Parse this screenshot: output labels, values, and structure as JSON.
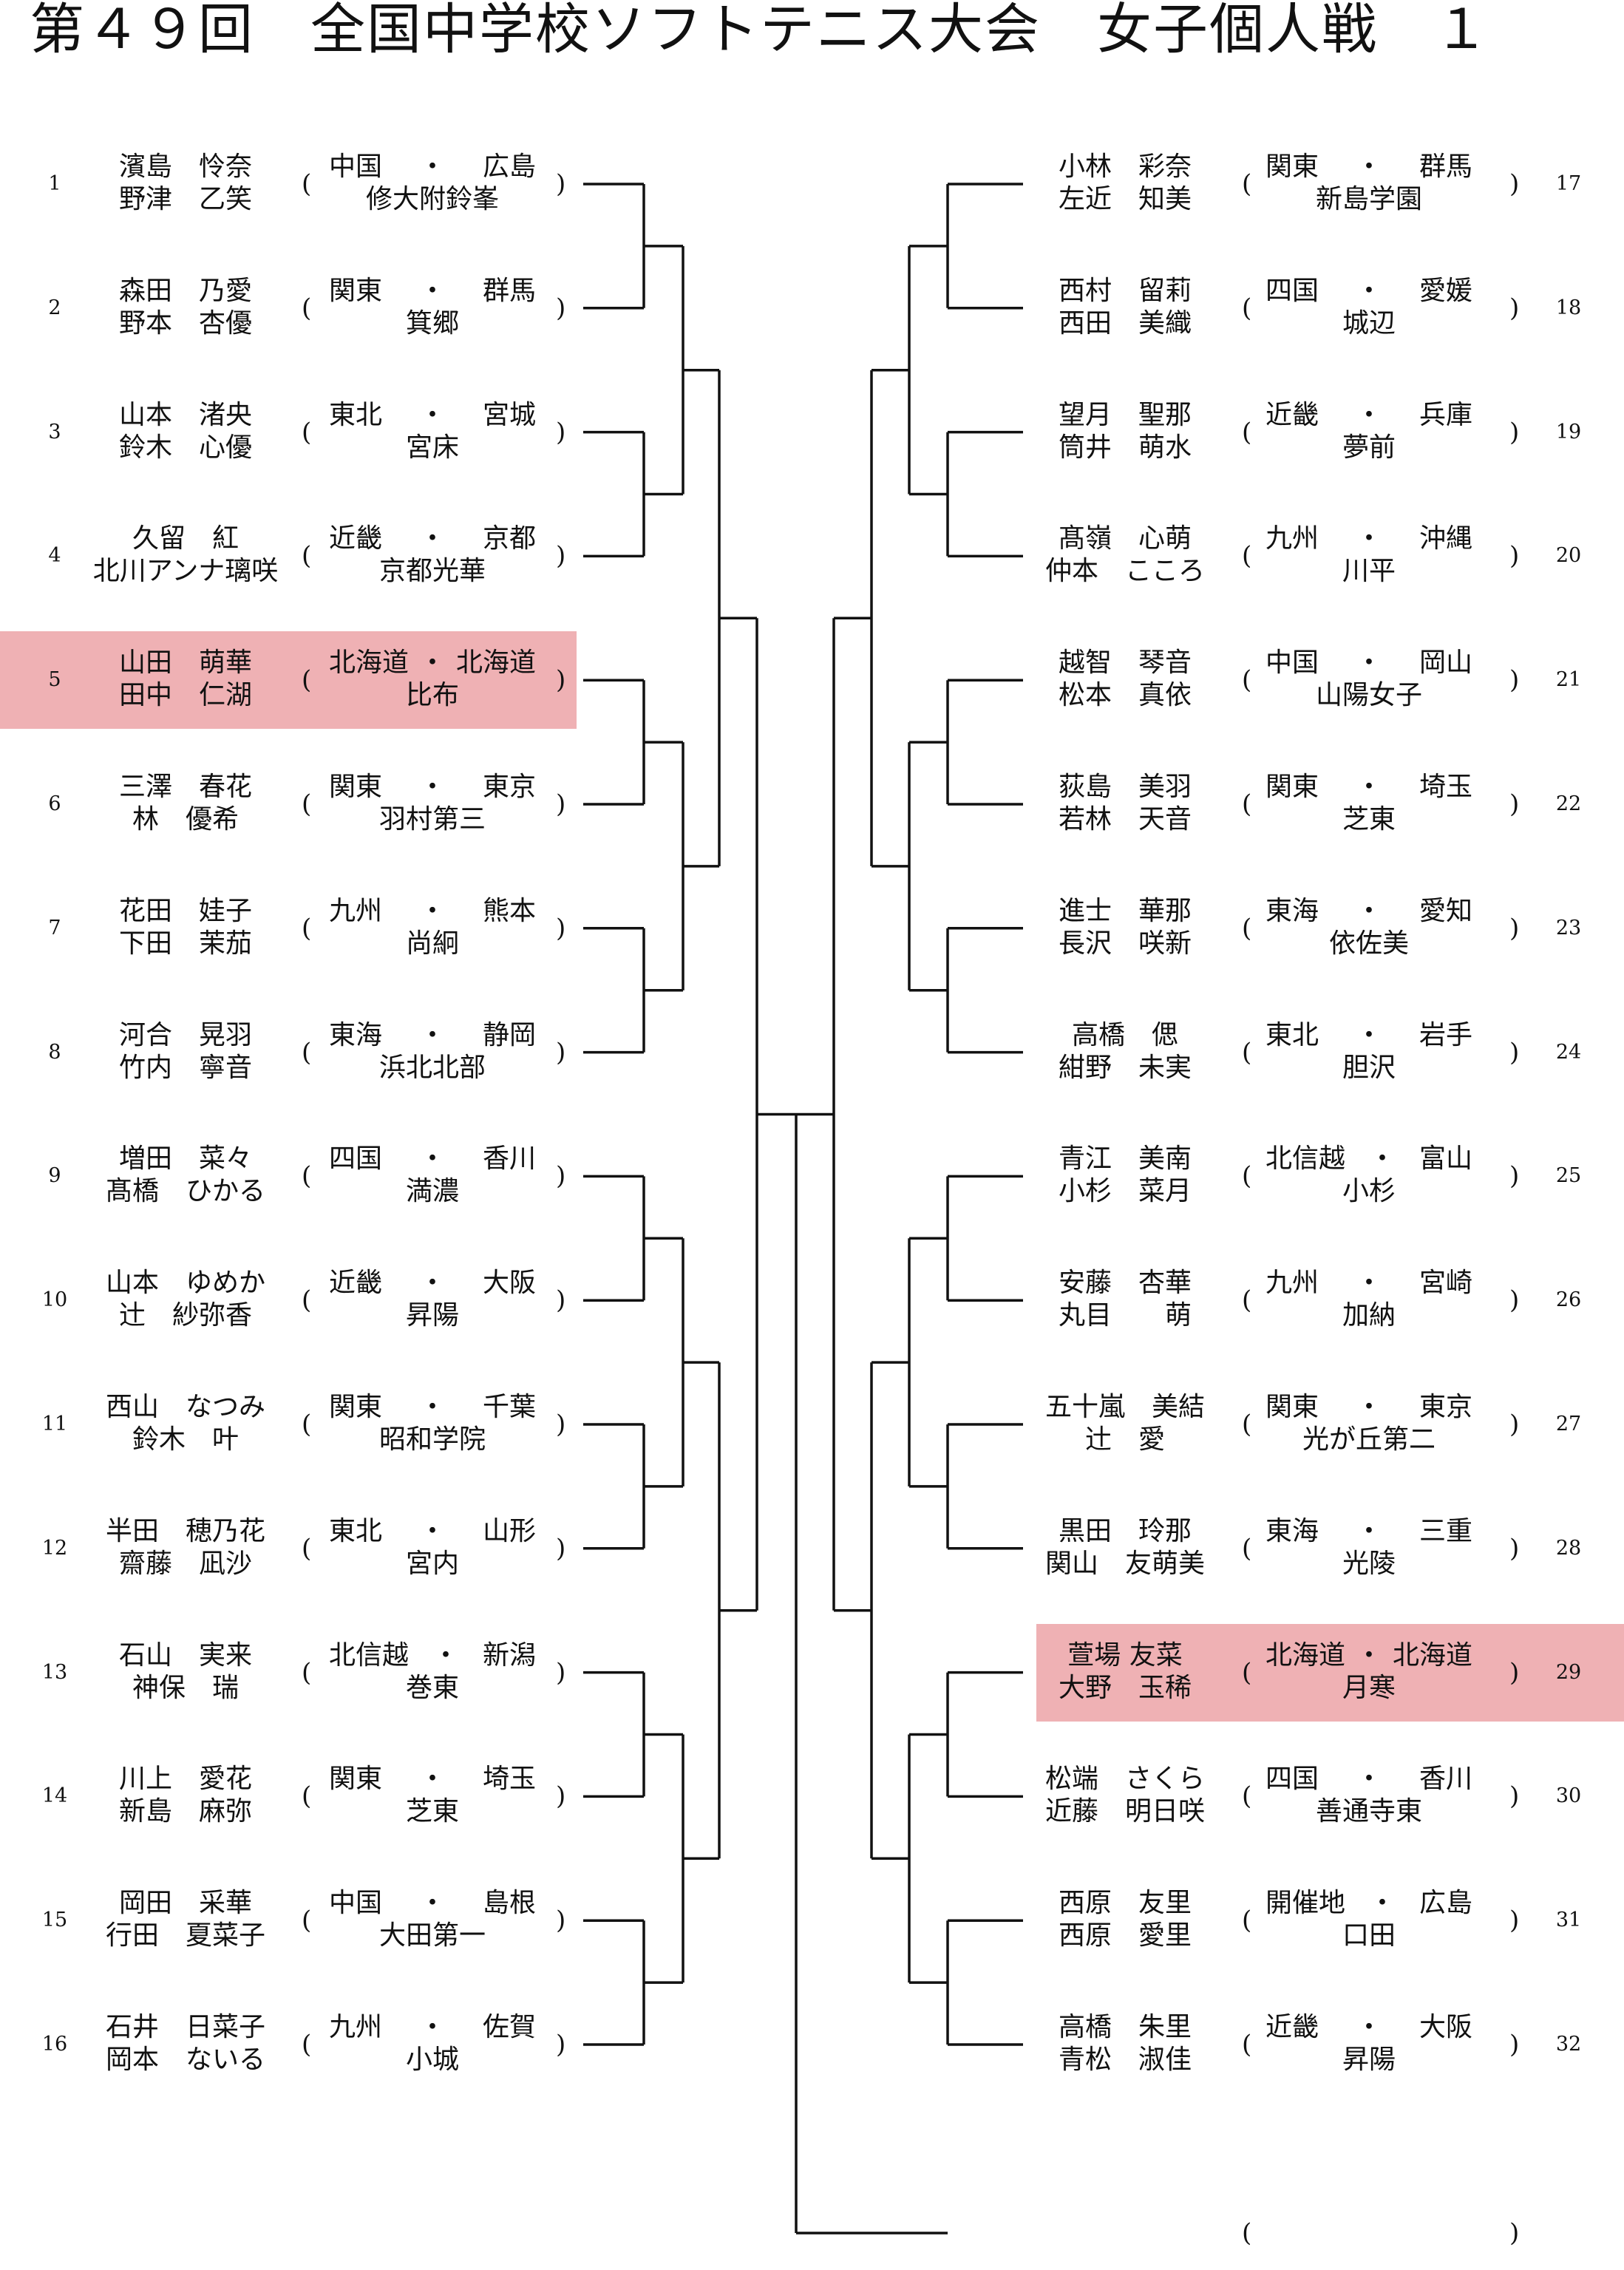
{
  "title": "第４９回　全国中学校ソフトテニス大会　女子個人戦　１",
  "colors": {
    "highlight": "#efb1b4",
    "line": "#111111"
  },
  "separator": "・",
  "left": [
    {
      "seed": "1",
      "p1": "濱島　怜奈",
      "p2": "野津　乙笑",
      "region": "中国",
      "pref": "広島",
      "school": "修大附鈴峯"
    },
    {
      "seed": "2",
      "p1": "森田　乃愛",
      "p2": "野本　杏優",
      "region": "関東",
      "pref": "群馬",
      "school": "箕郷"
    },
    {
      "seed": "3",
      "p1": "山本　渚央",
      "p2": "鈴木　心優",
      "region": "東北",
      "pref": "宮城",
      "school": "宮床"
    },
    {
      "seed": "4",
      "p1": "久留　紅",
      "p2": "北川アンナ璃咲",
      "region": "近畿",
      "pref": "京都",
      "school": "京都光華"
    },
    {
      "seed": "5",
      "p1": "山田　萌華",
      "p2": "田中　仁湖",
      "region": "北海道",
      "pref": "北海道",
      "school": "比布",
      "highlight": true
    },
    {
      "seed": "6",
      "p1": "三澤　春花",
      "p2": "林　優希",
      "region": "関東",
      "pref": "東京",
      "school": "羽村第三"
    },
    {
      "seed": "7",
      "p1": "花田　娃子",
      "p2": "下田　茉茄",
      "region": "九州",
      "pref": "熊本",
      "school": "尚絅"
    },
    {
      "seed": "8",
      "p1": "河合　晃羽",
      "p2": "竹内　寧音",
      "region": "東海",
      "pref": "静岡",
      "school": "浜北北部"
    },
    {
      "seed": "9",
      "p1": "増田　菜々",
      "p2": "髙橋　ひかる",
      "region": "四国",
      "pref": "香川",
      "school": "満濃"
    },
    {
      "seed": "10",
      "p1": "山本　ゆめか",
      "p2": "辻　紗弥香",
      "region": "近畿",
      "pref": "大阪",
      "school": "昇陽"
    },
    {
      "seed": "11",
      "p1": "西山　なつみ",
      "p2": "鈴木　叶",
      "region": "関東",
      "pref": "千葉",
      "school": "昭和学院"
    },
    {
      "seed": "12",
      "p1": "半田　穂乃花",
      "p2": "齋藤　凪沙",
      "region": "東北",
      "pref": "山形",
      "school": "宮内"
    },
    {
      "seed": "13",
      "p1": "石山　実来",
      "p2": "神保　瑞",
      "region": "北信越",
      "pref": "新潟",
      "school": "巻東"
    },
    {
      "seed": "14",
      "p1": "川上　愛花",
      "p2": "新島　麻弥",
      "region": "関東",
      "pref": "埼玉",
      "school": "芝東"
    },
    {
      "seed": "15",
      "p1": "岡田　采華",
      "p2": "行田　夏菜子",
      "region": "中国",
      "pref": "島根",
      "school": "大田第一"
    },
    {
      "seed": "16",
      "p1": "石井　日菜子",
      "p2": "岡本　ないる",
      "region": "九州",
      "pref": "佐賀",
      "school": "小城"
    }
  ],
  "right": [
    {
      "seed": "17",
      "p1": "小林　彩奈",
      "p2": "左近　知美",
      "region": "関東",
      "pref": "群馬",
      "school": "新島学園"
    },
    {
      "seed": "18",
      "p1": "西村　留莉",
      "p2": "西田　美織",
      "region": "四国",
      "pref": "愛媛",
      "school": "城辺"
    },
    {
      "seed": "19",
      "p1": "望月　聖那",
      "p2": "筒井　萌水",
      "region": "近畿",
      "pref": "兵庫",
      "school": "夢前"
    },
    {
      "seed": "20",
      "p1": "髙嶺　心萌",
      "p2": "仲本　こころ",
      "region": "九州",
      "pref": "沖縄",
      "school": "川平"
    },
    {
      "seed": "21",
      "p1": "越智　琴音",
      "p2": "松本　真依",
      "region": "中国",
      "pref": "岡山",
      "school": "山陽女子"
    },
    {
      "seed": "22",
      "p1": "荻島　美羽",
      "p2": "若林　天音",
      "region": "関東",
      "pref": "埼玉",
      "school": "芝東"
    },
    {
      "seed": "23",
      "p1": "進士　華那",
      "p2": "長沢　咲新",
      "region": "東海",
      "pref": "愛知",
      "school": "依佐美"
    },
    {
      "seed": "24",
      "p1": "高橋　偲",
      "p2": "紺野　未実",
      "region": "東北",
      "pref": "岩手",
      "school": "胆沢"
    },
    {
      "seed": "25",
      "p1": "青江　美南",
      "p2": "小杉　菜月",
      "region": "北信越",
      "pref": "富山",
      "school": "小杉"
    },
    {
      "seed": "26",
      "p1": "安藤　杏華",
      "p2": "丸目　　萌",
      "region": "九州",
      "pref": "宮崎",
      "school": "加納"
    },
    {
      "seed": "27",
      "p1": "五十嵐　美結",
      "p2": "辻　愛",
      "region": "関東",
      "pref": "東京",
      "school": "光が丘第二"
    },
    {
      "seed": "28",
      "p1": "黒田　玲那",
      "p2": "関山　友萌美",
      "region": "東海",
      "pref": "三重",
      "school": "光陵"
    },
    {
      "seed": "29",
      "p1": "萱場 友菜",
      "p2": "大野　玉稀",
      "region": "北海道",
      "pref": "北海道",
      "school": "月寒",
      "highlight": true
    },
    {
      "seed": "30",
      "p1": "松端　さくら",
      "p2": "近藤　明日咲",
      "region": "四国",
      "pref": "香川",
      "school": "善通寺東"
    },
    {
      "seed": "31",
      "p1": "西原　友里",
      "p2": "西原　愛里",
      "region": "開催地",
      "pref": "広島",
      "school": "口田"
    },
    {
      "seed": "32",
      "p1": "高橋　朱里",
      "p2": "青松　淑佳",
      "region": "近畿",
      "pref": "大阪",
      "school": "昇陽"
    }
  ],
  "winner_slot": {
    "open": "(",
    "close": ")"
  }
}
